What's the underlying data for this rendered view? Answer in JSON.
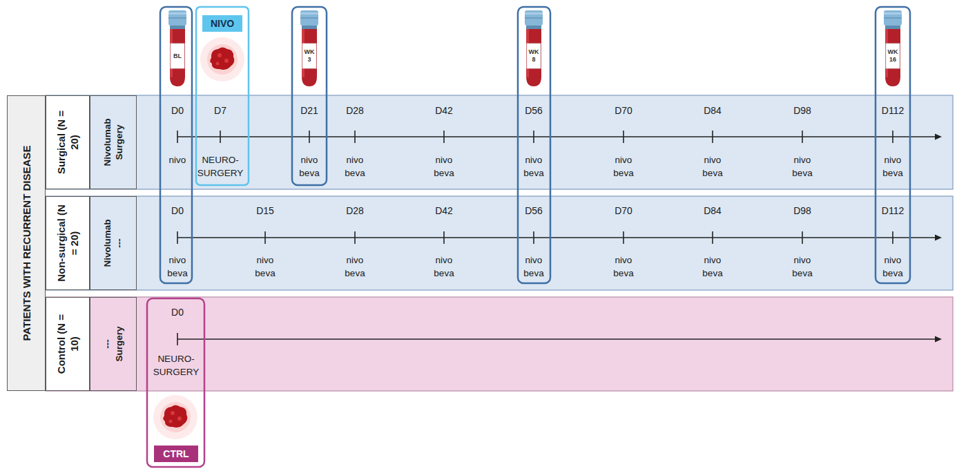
{
  "diagram": {
    "nodes": [
      {
        "text": [
          "BL"
        ]
      },
      {
        "text": [
          "NIVO"
        ]
      },
      {
        "text": [
          "WK 3"
        ]
      },
      {
        "text": [
          "WK 8"
        ]
      },
      {
        "text": [
          "WK 16"
        ]
      },
      {
        "text": [
          "PATIENTS WITH RECURRENT DISEASE"
        ]
      },
      {
        "text": [
          "Surgical (N = 20)"
        ]
      },
      {
        "text": [
          "Nivolumab",
          "Surgery"
        ]
      },
      {
        "text": [
          "Non-surgical (N = 20)"
        ]
      },
      {
        "text": [
          "Nivolumab",
          "---"
        ]
      },
      {
        "text": [
          "Control (N = 10)"
        ]
      },
      {
        "text": [
          "---",
          "Surgery"
        ]
      },
      {
        "text": [
          "CTRL"
        ]
      }
    ],
    "labels": [
      "D0",
      "D7",
      "D21",
      "D28",
      "D42",
      "D56",
      "D70",
      "D84",
      "D98",
      "D112",
      "nivo",
      "NEURO- SURGERY",
      "nivo beva",
      "nivo beva",
      "nivo beva",
      "nivo beva",
      "nivo beva",
      "nivo beva",
      "nivo beva",
      "nivo beva",
      "D0",
      "D15",
      "D28",
      "D42",
      "D56",
      "D70",
      "D84",
      "D98",
      "D112",
      "nivo beva",
      "nivo beva",
      "nivo beva",
      "nivo beva",
      "nivo beva",
      "nivo beva",
      "nivo beva",
      "nivo beva",
      "nivo beva",
      "D0",
      "NEURO- SURGERY"
    ]
  }
}
